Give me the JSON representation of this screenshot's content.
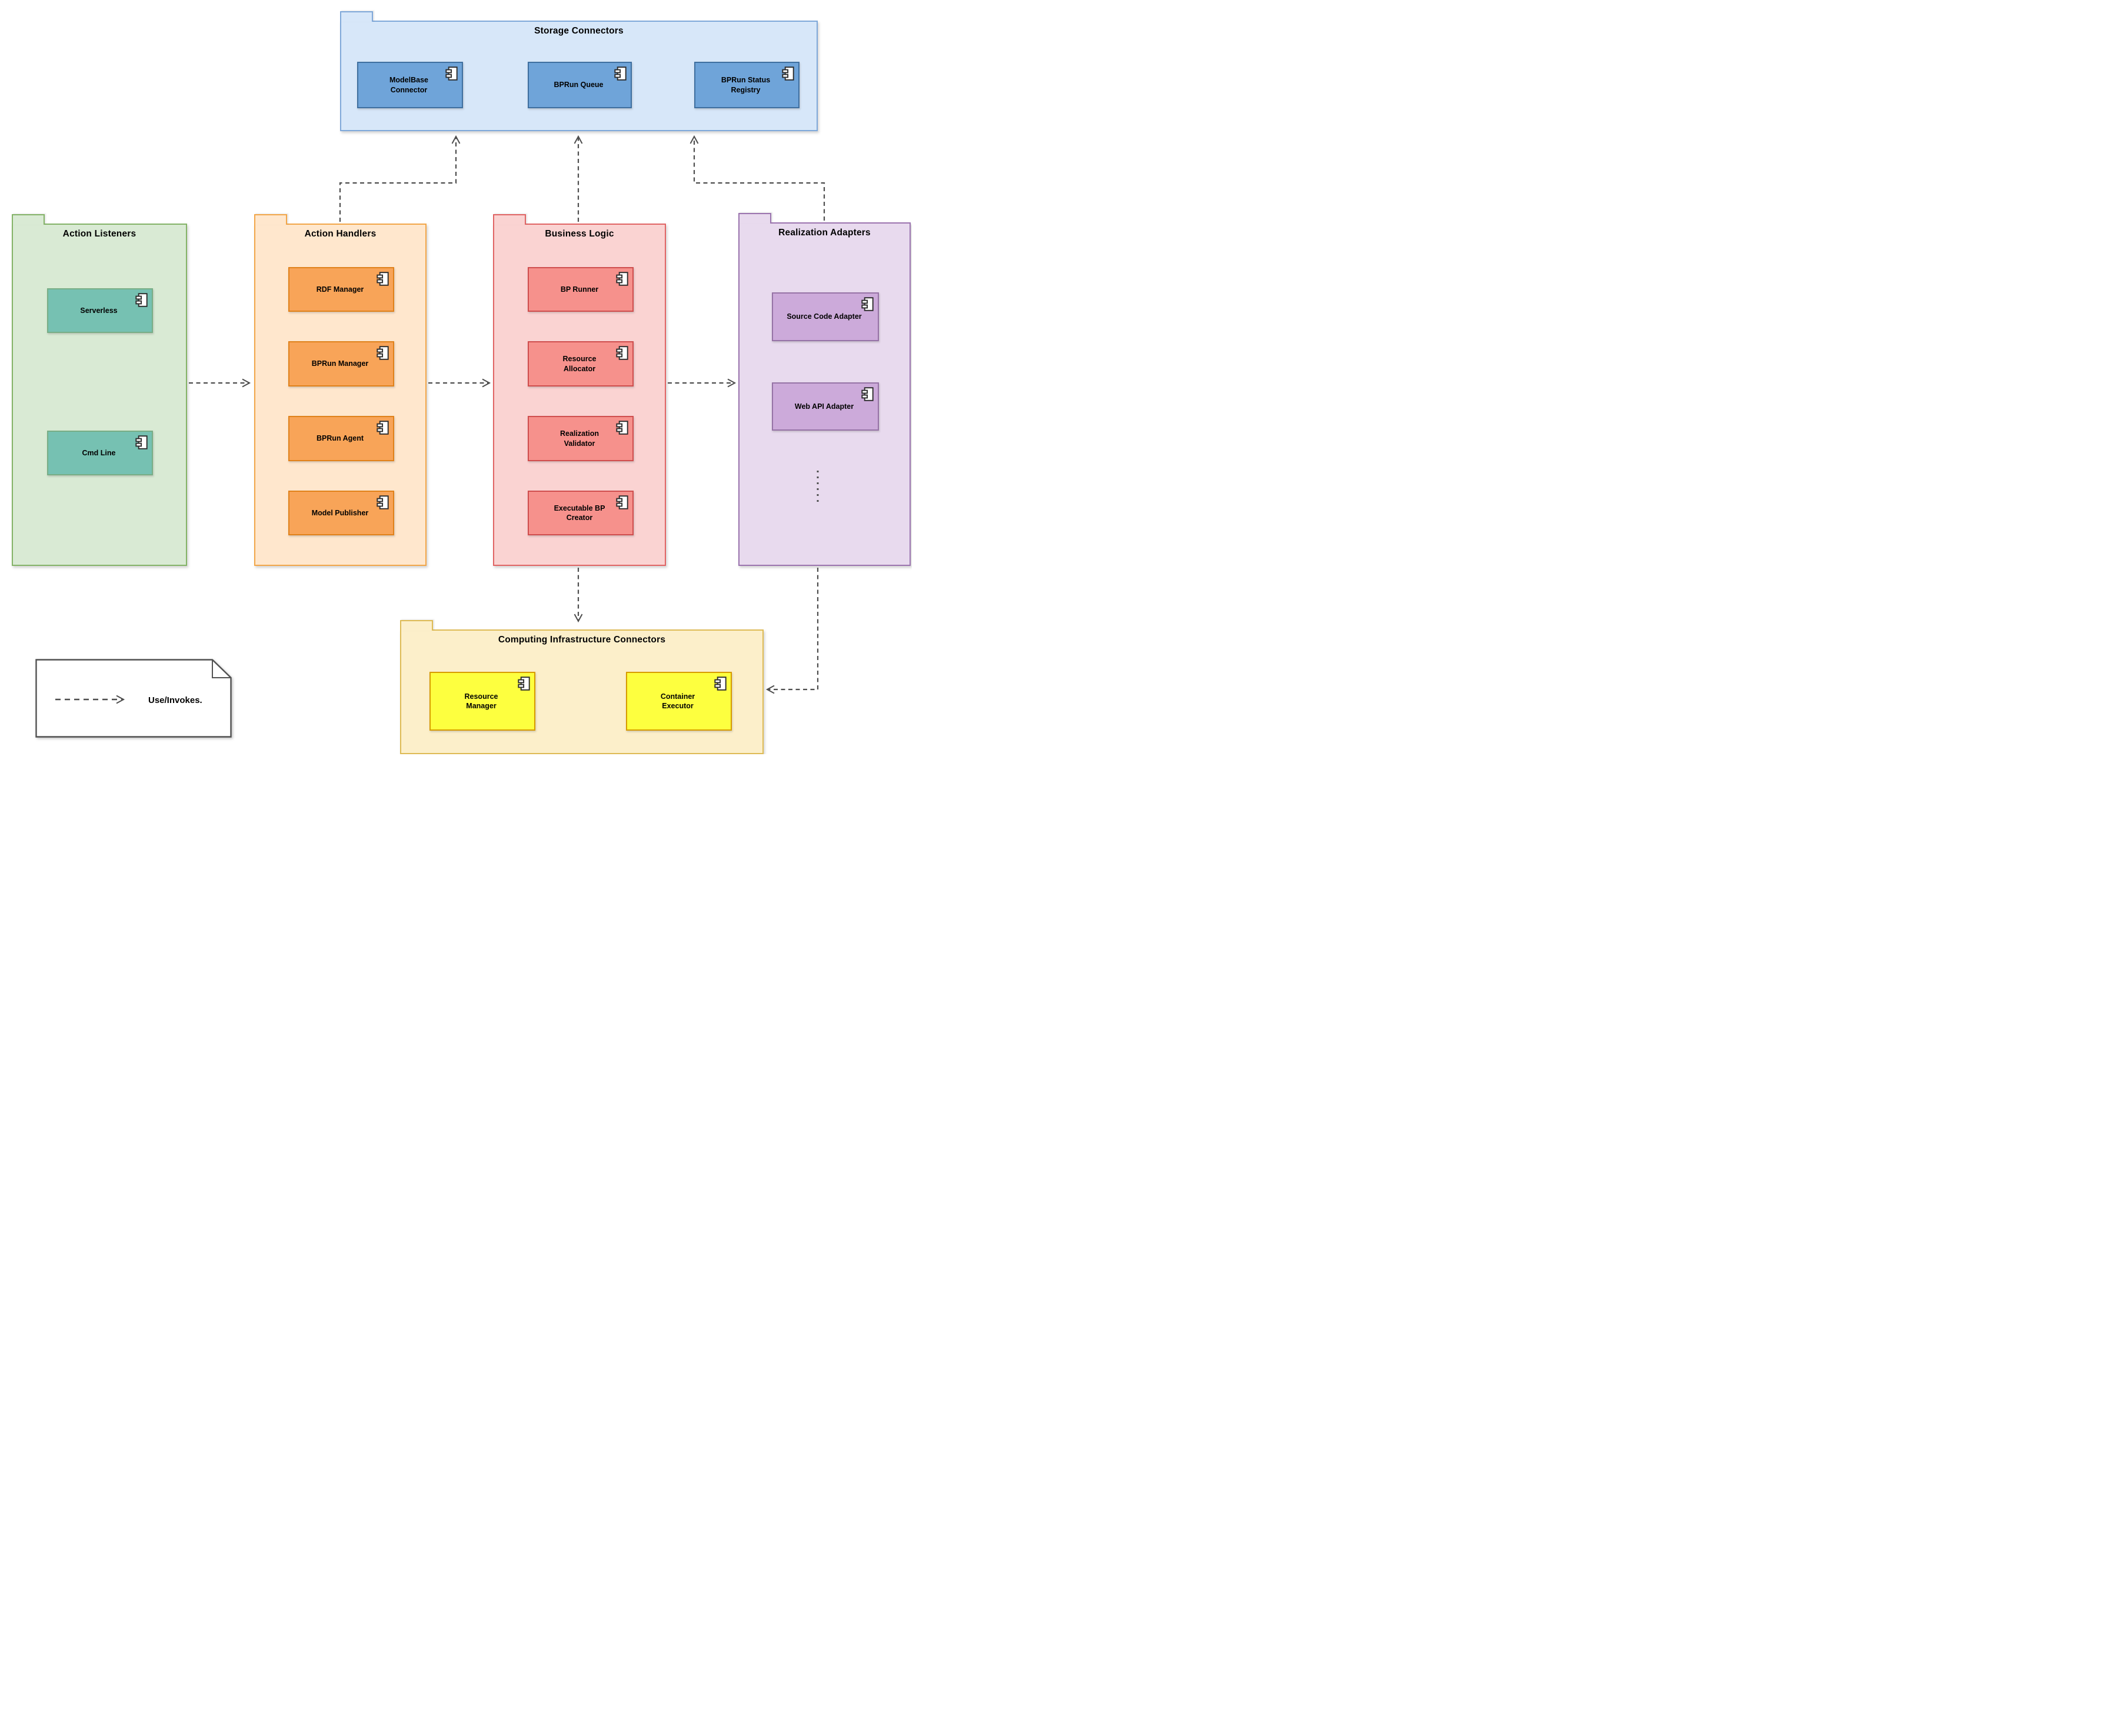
{
  "legend": {
    "label": "Use/Invokes."
  },
  "packages": {
    "storage": {
      "title": "Storage Connectors",
      "components": [
        {
          "label": "ModelBase Connector"
        },
        {
          "label": "BPRun Queue"
        },
        {
          "label": "BPRun Status Registry"
        }
      ]
    },
    "listeners": {
      "title": "Action Listeners",
      "components": [
        {
          "label": "Serverless"
        },
        {
          "label": "Cmd Line"
        }
      ]
    },
    "handlers": {
      "title": "Action Handlers",
      "components": [
        {
          "label": "RDF Manager"
        },
        {
          "label": "BPRun Manager"
        },
        {
          "label": "BPRun Agent"
        },
        {
          "label": "Model Publisher"
        }
      ]
    },
    "logic": {
      "title": "Business Logic",
      "components": [
        {
          "label": "BP Runner"
        },
        {
          "label": "Resource Allocator"
        },
        {
          "label": "Realization Validator"
        },
        {
          "label": "Executable BP Creator"
        }
      ]
    },
    "adapters": {
      "title": "Realization Adapters",
      "components": [
        {
          "label": "Source Code Adapter"
        },
        {
          "label": "Web API Adapter"
        }
      ]
    },
    "infra": {
      "title": "Computing Infrastructure Connectors",
      "components": [
        {
          "label": "Resource Manager"
        },
        {
          "label": "Container Executor"
        }
      ]
    }
  },
  "edges": [
    {
      "from": "Action Listeners",
      "to": "Action Handlers",
      "relation": "use/invokes"
    },
    {
      "from": "Action Handlers",
      "to": "Business Logic",
      "relation": "use/invokes"
    },
    {
      "from": "Business Logic",
      "to": "Realization Adapters",
      "relation": "use/invokes"
    },
    {
      "from": "Action Handlers",
      "to": "Storage Connectors",
      "relation": "use/invokes"
    },
    {
      "from": "Business Logic",
      "to": "Storage Connectors",
      "relation": "use/invokes"
    },
    {
      "from": "Realization Adapters",
      "to": "Storage Connectors",
      "relation": "use/invokes"
    },
    {
      "from": "Business Logic",
      "to": "Computing Infrastructure Connectors",
      "relation": "use/invokes"
    },
    {
      "from": "Realization Adapters",
      "to": "Computing Infrastructure Connectors",
      "relation": "use/invokes"
    }
  ],
  "colors": {
    "canvas_bg": "#ffffff",
    "arrow": "#4d4d4d",
    "text": "#000000",
    "note_border": "#525252",
    "component_icon_stroke": "#2d2d2d",
    "storage": {
      "pkg_fill": "#d7e7f9",
      "pkg_border": "#7fa8d9",
      "comp_fill": "#6fa4d9",
      "comp_border": "#3f6f9f"
    },
    "listeners": {
      "pkg_fill": "#d9ead4",
      "pkg_border": "#84b368",
      "comp_fill": "#76c1b2",
      "comp_border": "#78ad85"
    },
    "handlers": {
      "pkg_fill": "#ffe7cd",
      "pkg_border": "#f2a649",
      "comp_fill": "#f8a458",
      "comp_border": "#e0821b"
    },
    "logic": {
      "pkg_fill": "#fad3d2",
      "pkg_border": "#e06464",
      "comp_fill": "#f6918c",
      "comp_border": "#cf4e4e"
    },
    "adapters": {
      "pkg_fill": "#e8daee",
      "pkg_border": "#9b74af",
      "comp_fill": "#ccaada",
      "comp_border": "#9673a6"
    },
    "infra": {
      "pkg_fill": "#fcefca",
      "pkg_border": "#debb55",
      "comp_fill": "#fdff3f",
      "comp_border": "#d79b00"
    }
  }
}
